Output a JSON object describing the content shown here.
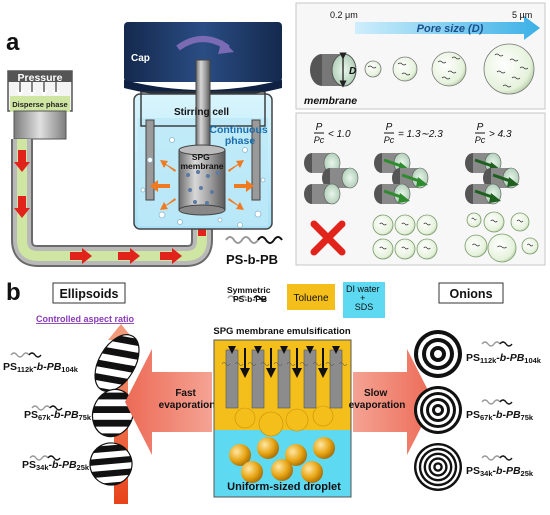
{
  "panel_a": {
    "label": "a",
    "cap": "Cap",
    "pressure": "Pressure",
    "disperse_phase": "Disperse phase",
    "stirring_cell": "Stirring cell",
    "continuous_phase_line1": "Continuous",
    "continuous_phase_line2": "phase",
    "spg_line1": "SPG",
    "spg_line2": "membrane",
    "polymer": "PS-b-PB",
    "pore_min": "0.2 μm",
    "pore_max": "5 μm",
    "pore_size": "Pore size (D)",
    "membrane_label": "membrane",
    "d_label": "D",
    "ratio1": "< 1.0",
    "ratio2": "= 1.3∼2.3",
    "ratio3": "> 4.3",
    "ratio_p": "P",
    "ratio_pc": "Pc"
  },
  "panel_b": {
    "label": "b",
    "ellipsoids": "Ellipsoids",
    "onions": "Onions",
    "controlled": "Controlled aspect ratio",
    "symmetric_line1": "Symmetric",
    "symmetric_line2": "PS-b-PB",
    "toluene": "Toluene",
    "water_line1": "DI water",
    "water_line2": "+",
    "water_line3": "SDS",
    "spg_emulsification": "SPG membrane emulsification",
    "uniform_droplet": "Uniform-sized droplet",
    "fast_line1": "Fast",
    "fast_line2": "evaporation",
    "slow_line1": "Slow",
    "slow_line2": "evaporation",
    "left_polymers": [
      {
        "base": "PS",
        "ps": "112k",
        "mid": "-b-PB",
        "pb": "104k"
      },
      {
        "base": "PS",
        "ps": "67k",
        "mid": "-b-PB",
        "pb": "75k"
      },
      {
        "base": "PS",
        "ps": "34k",
        "mid": "-b-PB",
        "pb": "25k"
      }
    ],
    "right_polymers": [
      {
        "base": "PS",
        "ps": "112k",
        "mid": "-b-PB",
        "pb": "104k"
      },
      {
        "base": "PS",
        "ps": "67k",
        "mid": "-b-PB",
        "pb": "75k"
      },
      {
        "base": "PS",
        "ps": "34k",
        "mid": "-b-PB",
        "pb": "25k"
      }
    ]
  },
  "colors": {
    "cap_navy": "#1f3a6a",
    "arrow_blue": "#3ab0e6",
    "toluene": "#f5bf1b",
    "water": "#5ed9f2",
    "arrow_salmon": "#f07f6d",
    "pipe_green": "#cfe6a3",
    "red": "#e0241c",
    "purple": "#8a3ab9"
  }
}
